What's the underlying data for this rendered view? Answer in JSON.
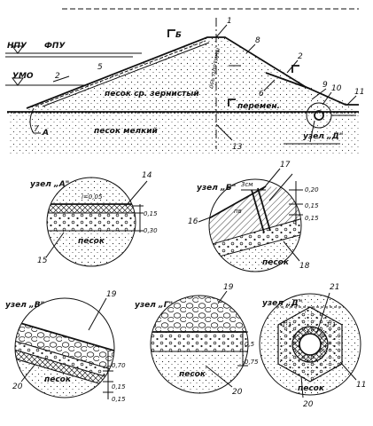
{
  "section": {
    "levels": {
      "npu": "НПУ",
      "fpu": "ФПУ",
      "umo": "УМО"
    },
    "axis_label": "ось плотины",
    "fill_label": "песок ср. зернистый",
    "base_label": "песок мелкий",
    "perepad": "перемен.",
    "node_a": "А",
    "node_b": "Б",
    "node_d_callout": "узел „Д\"",
    "numbers": [
      "1",
      "2",
      "5",
      "8",
      "2",
      "6",
      "10",
      "9",
      "11",
      "7",
      "13"
    ]
  },
  "detail_a": {
    "title": "узел „А\"",
    "slope": "i=0,05",
    "dims": [
      "0,15",
      "0,30"
    ],
    "soil": "песок",
    "numbers": [
      "14",
      "15"
    ]
  },
  "detail_b": {
    "title": "узел „Б\"",
    "width": "3см",
    "tag": "пв",
    "dims": [
      "0,20",
      "0,15",
      "0,15"
    ],
    "soil": "песок",
    "numbers": [
      "17",
      "16",
      "18"
    ]
  },
  "detail_v": {
    "title": "узел „В\"",
    "dims": [
      "0,70",
      "0,15",
      "0,15"
    ],
    "soil": "песок",
    "numbers": [
      "19",
      "20"
    ]
  },
  "detail_g": {
    "title": "узел „Г\"",
    "dims": [
      "0,5",
      "0,75"
    ],
    "soil": "песок",
    "numbers": [
      "19",
      "20"
    ]
  },
  "detail_d": {
    "title": "узел „Д\"",
    "slopes": [
      "1:1",
      "1:1"
    ],
    "soil": "песок",
    "numbers": [
      "21",
      "11",
      "20"
    ]
  }
}
